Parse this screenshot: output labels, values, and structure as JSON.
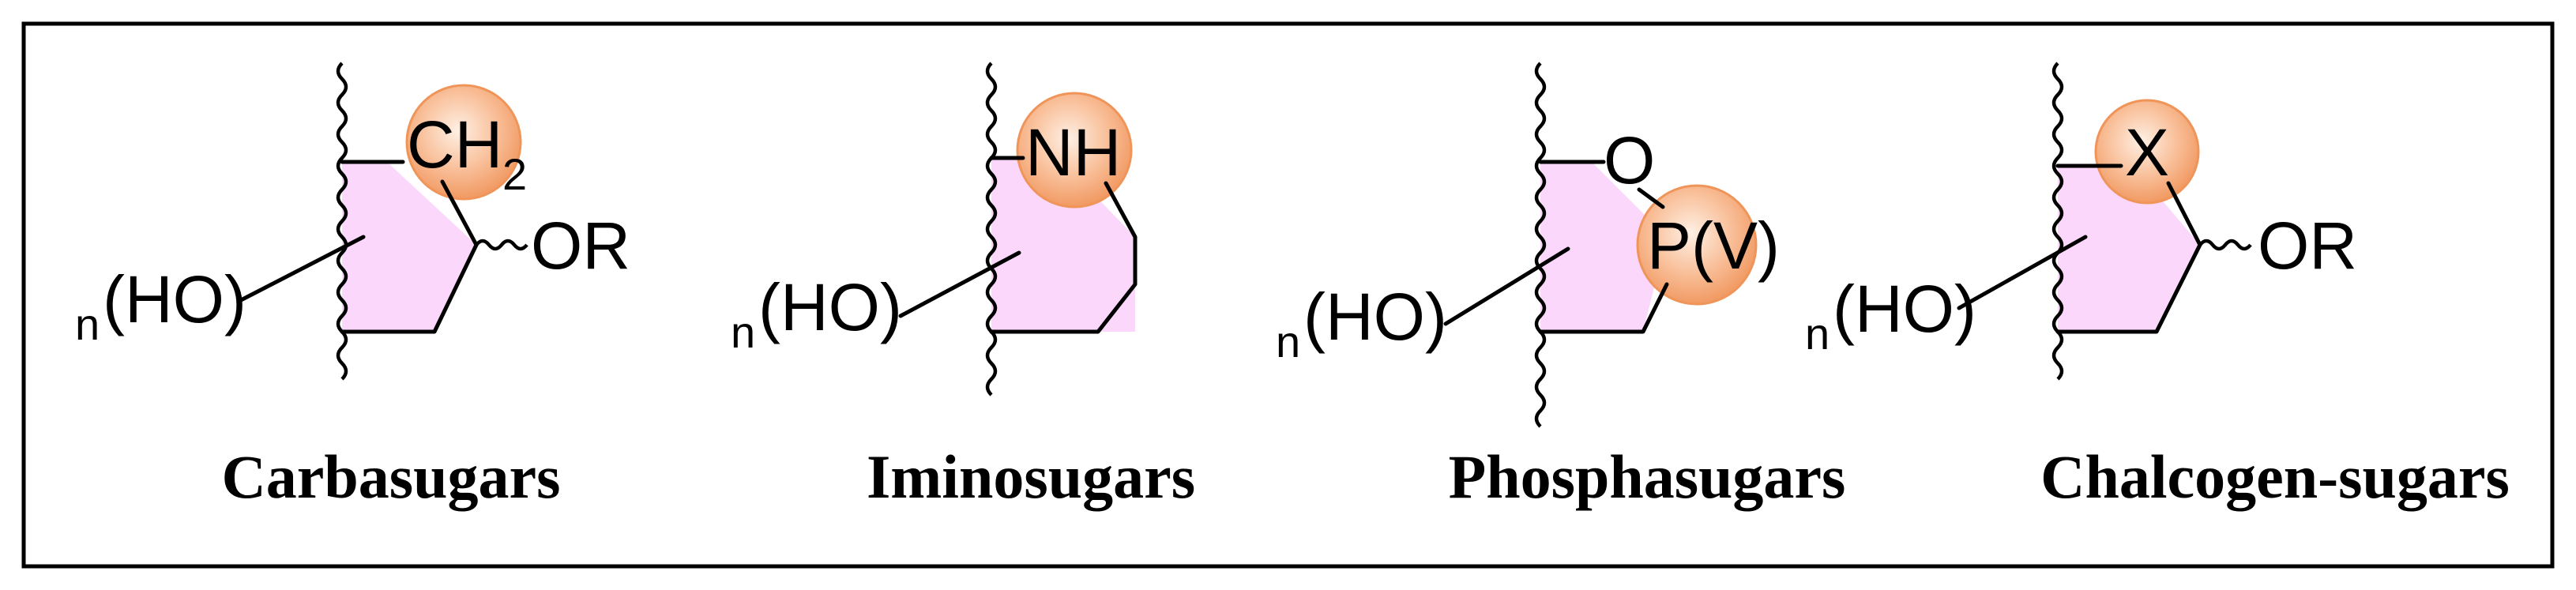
{
  "colors": {
    "ring_fill": "#fbd8fb",
    "highlight_center": "#fde0cc",
    "highlight_edge": "#f4a06a",
    "border": "#000000"
  },
  "panels": [
    {
      "caption": "Carbasugars",
      "ring_atom": "CH",
      "ring_atom_sub": "2",
      "substituent": "OR",
      "hydroxyl": "(HO)",
      "hydroxyl_prefix": "n"
    },
    {
      "caption": "Iminosugars",
      "ring_atom": "NH",
      "hydroxyl": "(HO)",
      "hydroxyl_prefix": "n"
    },
    {
      "caption": "Phosphasugars",
      "ring_atom_o": "O",
      "ring_atom": "P(V)",
      "hydroxyl": "(HO)",
      "hydroxyl_prefix": "n"
    },
    {
      "caption": "Chalcogen-sugars",
      "ring_atom": "X",
      "substituent": "OR",
      "hydroxyl": "(HO)",
      "hydroxyl_prefix": "n"
    }
  ]
}
